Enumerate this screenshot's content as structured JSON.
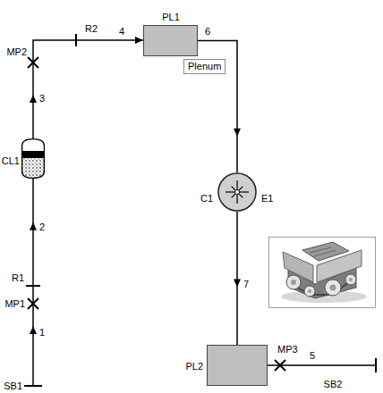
{
  "diagram": {
    "nodes": [
      {
        "text": [
          "SB1"
        ]
      },
      {
        "text": [
          "MP1"
        ]
      },
      {
        "text": [
          "R1"
        ]
      },
      {
        "text": [
          "CL1"
        ]
      },
      {
        "text": [
          "MP2"
        ]
      },
      {
        "text": [
          "R2"
        ]
      },
      {
        "text": [
          "PL1"
        ]
      },
      {
        "text": [
          "Plenum"
        ]
      },
      {
        "text": [
          "C1"
        ]
      },
      {
        "text": [
          "PL2"
        ]
      },
      {
        "text": [
          "MP3"
        ]
      },
      {
        "text": [
          "SB2"
        ]
      }
    ],
    "edges": [
      {
        "from": 0,
        "to": 1,
        "arrow": "to",
        "label": "1"
      },
      {
        "from": 1,
        "to": 2,
        "arrow": "none"
      },
      {
        "from": 2,
        "to": 3,
        "arrow": "to",
        "label": "2"
      },
      {
        "from": 3,
        "to": 4,
        "arrow": "to",
        "label": "3"
      },
      {
        "from": 4,
        "to": 5,
        "arrow": "none"
      },
      {
        "from": 5,
        "to": 6,
        "arrow": "to",
        "label": "4"
      },
      {
        "from": 6,
        "to": 8,
        "arrow": "to",
        "label": "6"
      },
      {
        "from": 8,
        "to": 9,
        "arrow": "to",
        "label": "7"
      },
      {
        "from": 9,
        "to": 10,
        "arrow": "none"
      },
      {
        "from": 10,
        "to": 11,
        "arrow": "none",
        "label": "5"
      }
    ],
    "labels": [
      "E1"
    ]
  }
}
